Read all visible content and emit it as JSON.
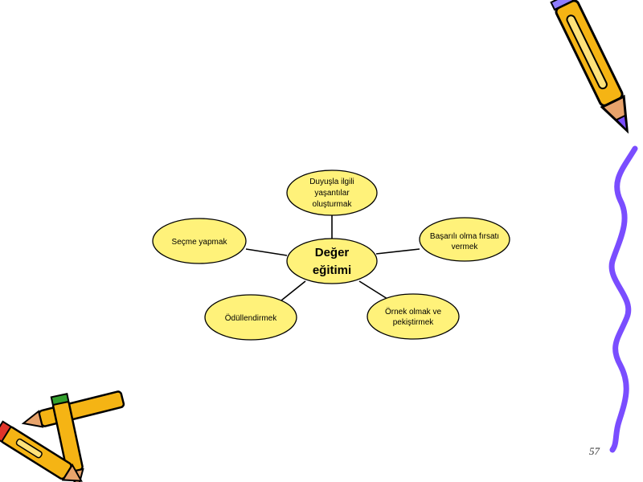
{
  "diagram": {
    "center": {
      "lines": [
        "Değer",
        "eğitimi"
      ]
    },
    "nodes": [
      {
        "id": "top",
        "lines": [
          "Duyuşla ilgili",
          "yaşantılar",
          "oluşturmak"
        ]
      },
      {
        "id": "left",
        "lines": [
          "Seçme yapmak"
        ]
      },
      {
        "id": "right",
        "lines": [
          "Başarılı olma fırsatı",
          "vermek"
        ]
      },
      {
        "id": "bottom-left",
        "lines": [
          "Ödüllendirmek"
        ]
      },
      {
        "id": "bottom-right",
        "lines": [
          "Örnek olmak ve",
          "pekiştirmek"
        ]
      }
    ],
    "fill_color": "#FFF27A",
    "stroke_color": "#000000"
  },
  "page_number": "57",
  "decorations": {
    "pencil_body_color": "#F5B414",
    "pencil_tip_color": "#8F7DFF",
    "squiggle_color": "#7A4DFF",
    "red_pencil_color": "#E0352A",
    "green_pencil_color": "#34A02E"
  }
}
